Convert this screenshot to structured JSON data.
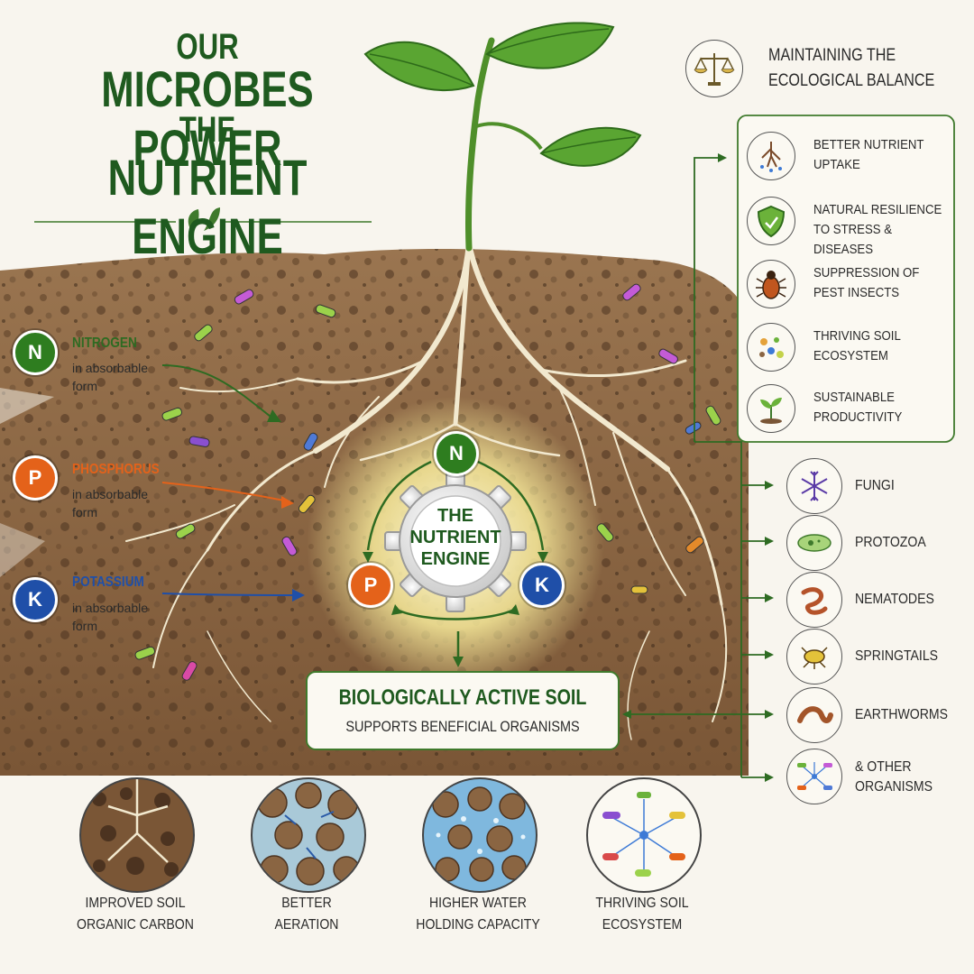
{
  "title": {
    "line1": "OUR",
    "line2": "MICROBES POWER",
    "line3": "THE",
    "line4": "NUTRIENT ENGINE"
  },
  "nutrients": [
    {
      "letter": "N",
      "name": "NITROGEN",
      "sub": "in absorbable form",
      "color": "#2e7d1f"
    },
    {
      "letter": "P",
      "name": "PHOSPHORUS",
      "sub": "in absorbable form",
      "color": "#e4621a"
    },
    {
      "letter": "K",
      "name": "POTASSIUM",
      "sub": "in absorbable form",
      "color": "#1f4fa8"
    }
  ],
  "engine": {
    "label_line1": "THE",
    "label_line2": "NUTRIENT",
    "label_line3": "ENGINE",
    "nodes": [
      "N",
      "P",
      "K"
    ]
  },
  "soil_box": {
    "title": "BIOLOGICALLY ACTIVE SOIL",
    "subtitle": "SUPPORTS BENEFICIAL ORGANISMS"
  },
  "balance": {
    "heading_line1": "MAINTAINING THE",
    "heading_line2": "ECOLOGICAL BALANCE",
    "icon": "scales-icon"
  },
  "benefits": [
    {
      "line1": "BETTER NUTRIENT",
      "line2": "UPTAKE",
      "icon": "roots-water-icon"
    },
    {
      "line1": "NATURAL RESILIENCE",
      "line2": "TO STRESS & DISEASES",
      "icon": "shield-leaf-icon"
    },
    {
      "line1": "SUPPRESSION OF",
      "line2": "PEST INSECTS",
      "icon": "beetle-icon"
    },
    {
      "line1": "THRIVING SOIL",
      "line2": "ECOSYSTEM",
      "icon": "microbes-icon"
    },
    {
      "line1": "SUSTAINABLE",
      "line2": "PRODUCTIVITY",
      "icon": "sprout-icon"
    }
  ],
  "organisms": [
    {
      "line1": "FUNGI",
      "line2": "",
      "icon": "fungi-icon"
    },
    {
      "line1": "PROTOZOA",
      "line2": "",
      "icon": "protozoa-icon"
    },
    {
      "line1": "NEMATODES",
      "line2": "",
      "icon": "nematode-icon"
    },
    {
      "line1": "SPRINGTAILS",
      "line2": "",
      "icon": "springtail-icon"
    },
    {
      "line1": "EARTHWORMS",
      "line2": "",
      "icon": "earthworm-icon"
    },
    {
      "line1": "& OTHER",
      "line2": "ORGANISMS",
      "icon": "microbe-network-icon"
    }
  ],
  "bottom": [
    {
      "line1": "IMPROVED SOIL",
      "line2": "ORGANIC CARBON"
    },
    {
      "line1": "BETTER",
      "line2": "AERATION"
    },
    {
      "line1": "HIGHER WATER",
      "line2": "HOLDING CAPACITY"
    },
    {
      "line1": "THRIVING SOIL",
      "line2": "ECOSYSTEM"
    }
  ],
  "colors": {
    "green": "#2e6b22",
    "leaf": "#5aa532",
    "soil": "#8a6542",
    "soil_dark": "#5b3f26",
    "root": "#f3ead2",
    "box_border": "#3f7a2c",
    "glow": "#fff6a8"
  }
}
